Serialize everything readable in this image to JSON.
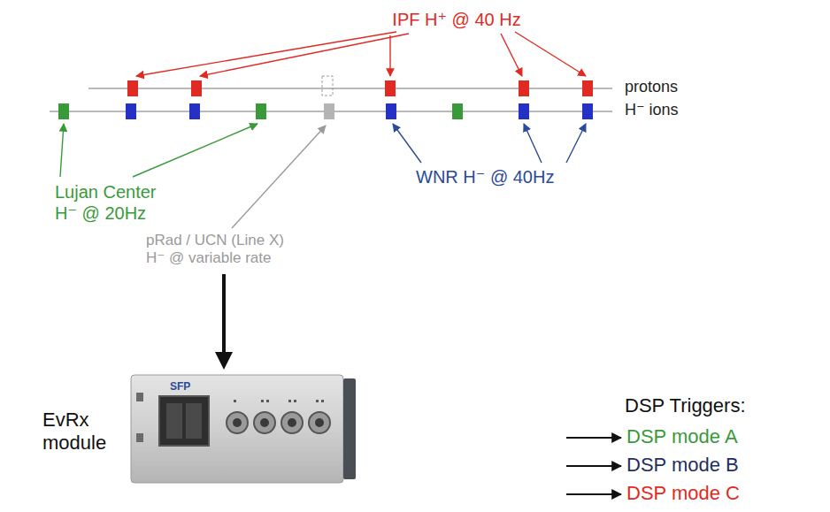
{
  "diagram": {
    "labels": [
      "IPF H⁺ @ 40 Hz",
      "protons",
      "H⁻ ions",
      "Lujan Center H⁻ @ 20Hz",
      "WNR H⁻ @ 40Hz",
      "pRad / UCN (Line X) H⁻ @ variable rate",
      "SFP",
      "EvRx module",
      "DSP Triggers:",
      "DSP mode A",
      "DSP mode B",
      "DSP mode C"
    ]
  }
}
